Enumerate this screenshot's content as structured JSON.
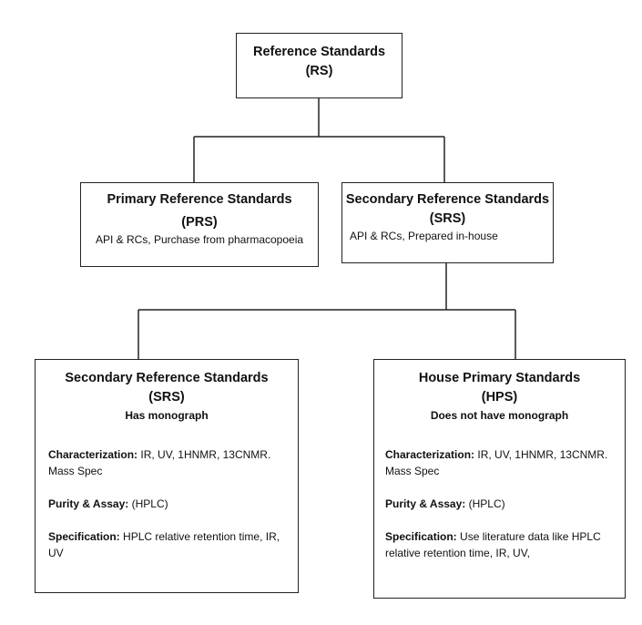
{
  "root": {
    "title": "Reference Standards",
    "abbr": "(RS)"
  },
  "prs": {
    "title": "Primary Reference Standards",
    "abbr": "(PRS)",
    "desc": "API & RCs, Purchase from pharmacopoeia"
  },
  "srs_top": {
    "title": "Secondary Reference Standards (SRS)",
    "desc": "API & RCs, Prepared in-house"
  },
  "srs": {
    "title": "Secondary Reference Standards",
    "abbr": "(SRS)",
    "note": "Has monograph",
    "char_label": "Characterization:",
    "char_value": "IR, UV, 1HNMR, 13CNMR. Mass Spec",
    "purity_label": "Purity & Assay:",
    "purity_value": "(HPLC)",
    "spec_label": "Specification:",
    "spec_value": "HPLC relative retention time, IR, UV"
  },
  "hps": {
    "title": "House Primary Standards",
    "abbr": "(HPS)",
    "note": "Does not have monograph",
    "char_label": "Characterization:",
    "char_value": "IR, UV, 1HNMR, 13CNMR. Mass Spec",
    "purity_label": "Purity & Assay:",
    "purity_value": "(HPLC)",
    "spec_label": "Specification:",
    "spec_value": "Use literature data like HPLC relative retention time, IR, UV,"
  }
}
